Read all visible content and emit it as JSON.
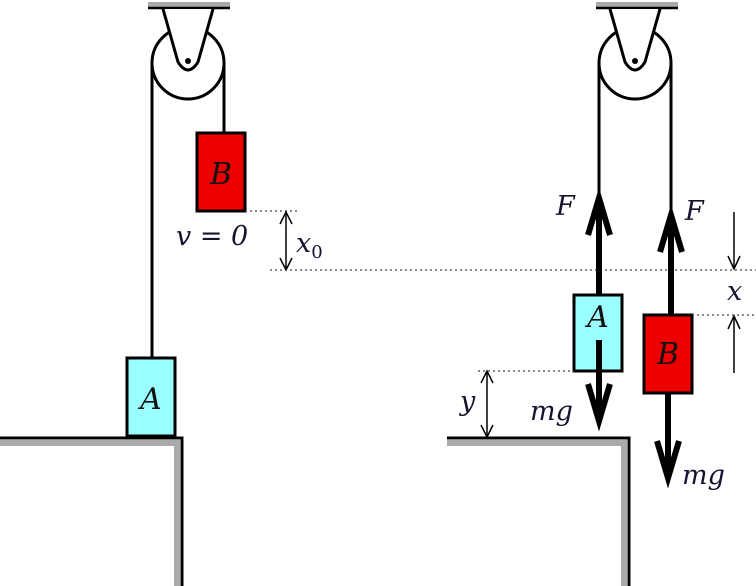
{
  "figure": {
    "description": "Atwood machine with blocks A and B over a pulley; left panel initial state, right panel free-body forces",
    "colors": {
      "block_a": "#99ffff",
      "block_b": "#ee0000",
      "ceiling": "#aaaaaa",
      "table_shade": "#aaaaaa",
      "label_text": "#14142e",
      "line": "#000000"
    },
    "left_panel": {
      "block_a_label": "A",
      "block_b_label": "B",
      "velocity_label": "v = 0",
      "displacement_label": "x",
      "displacement_subscript": "0"
    },
    "right_panel": {
      "block_a_label": "A",
      "block_b_label": "B",
      "tension_a_label": "F",
      "tension_b_label": "F",
      "weight_a_label": "mg",
      "weight_b_label": "mg",
      "height_label": "y",
      "offset_label": "x"
    }
  }
}
